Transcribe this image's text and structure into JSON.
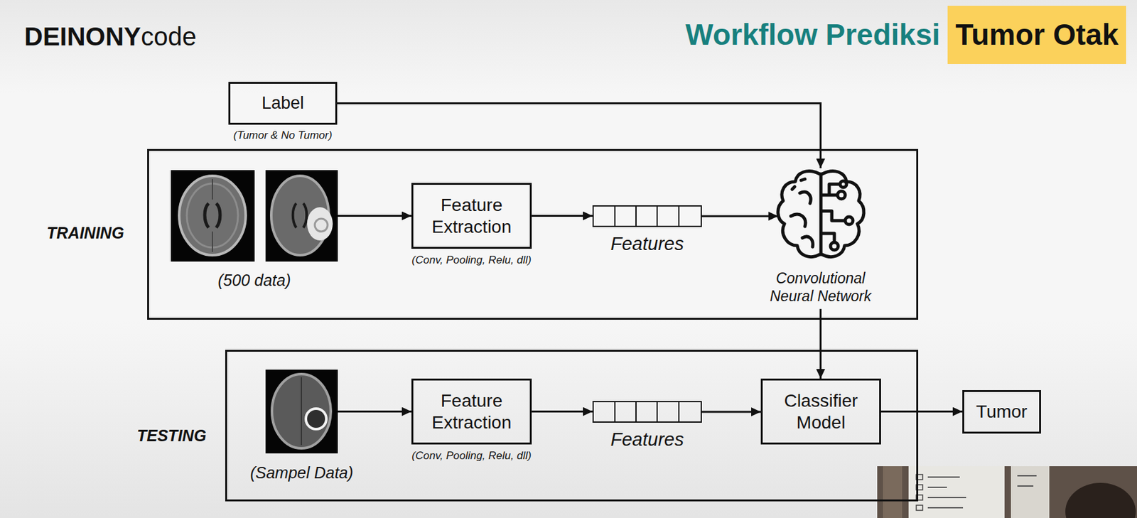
{
  "diagram": {
    "title": "Workflow Prediksi",
    "nodes": [
      {
        "text": [
          "Label",
          "(Tumor & No Tumor)"
        ]
      },
      {
        "text": [
          "TRAINING"
        ]
      },
      {
        "text": [
          "(500 data)"
        ],
        "in": 1
      },
      {
        "text": [
          "Feature Extraction",
          "(Conv, Pooling, Relu, dll)"
        ],
        "in": 1
      },
      {
        "text": [
          "Features"
        ],
        "in": 1
      },
      {
        "text": [
          "Convolutional Neural Network"
        ],
        "in": 1
      },
      {
        "text": [
          "TESTING"
        ]
      },
      {
        "text": [
          "(Sampel Data)"
        ],
        "in": 6
      },
      {
        "text": [
          "Feature Extraction",
          "(Conv, Pooling, Relu, dll)"
        ],
        "in": 6
      },
      {
        "text": [
          "Features"
        ],
        "in": 6
      },
      {
        "text": [
          "Classifier Model"
        ],
        "in": 6
      },
      {
        "text": [
          "Tumor"
        ]
      }
    ],
    "edges": [
      {
        "from": 0,
        "to": 5,
        "arrow": "to"
      },
      {
        "from": 2,
        "to": 3,
        "arrow": "to"
      },
      {
        "from": 3,
        "to": 4,
        "arrow": "to"
      },
      {
        "from": 4,
        "to": 5,
        "arrow": "to"
      },
      {
        "from": 5,
        "to": 10,
        "arrow": "to"
      },
      {
        "from": 7,
        "to": 8,
        "arrow": "to"
      },
      {
        "from": 8,
        "to": 9,
        "arrow": "to"
      },
      {
        "from": 9,
        "to": 10,
        "arrow": "to"
      },
      {
        "from": 10,
        "to": 11,
        "arrow": "to"
      }
    ],
    "labels": [
      "DEINONY",
      "code",
      "Tumor Otak"
    ]
  }
}
